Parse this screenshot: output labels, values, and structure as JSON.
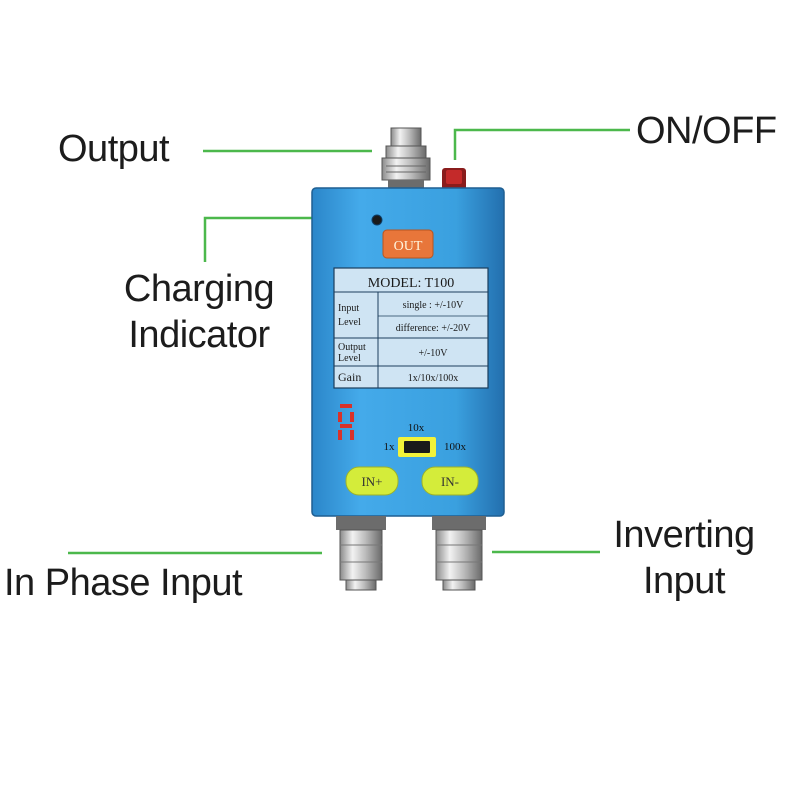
{
  "callouts": {
    "output": "Output",
    "on_off": "ON/OFF",
    "charging_line1": "Charging",
    "charging_line2": "Indicator",
    "in_phase": "In Phase Input",
    "inverting_line1": "Inverting",
    "inverting_line2": "Input"
  },
  "device": {
    "out_button": "OUT",
    "model": "MODEL: T100",
    "spec_rows": [
      {
        "label_line1": "Input",
        "label_line2": "Level",
        "values": [
          "single : +/-10V",
          "difference: +/-20V"
        ]
      },
      {
        "label_line1": "Output",
        "label_line2": "Level",
        "values": [
          "+/-10V"
        ]
      },
      {
        "label_line1": "Gain",
        "label_line2": "",
        "values": [
          "1x/10x/100x"
        ]
      }
    ],
    "switch_labels": {
      "left": "1x",
      "top": "10x",
      "right": "100x"
    },
    "in_plus": "IN+",
    "in_minus": "IN-"
  },
  "colors": {
    "leader_line": "#4cb84c",
    "body_blue": "#3aa0df",
    "out_button": "#e8763a",
    "in_buttons": "#d4ec3a",
    "led_red": "#d8322a",
    "switch_yellow": "#f2f23a"
  }
}
